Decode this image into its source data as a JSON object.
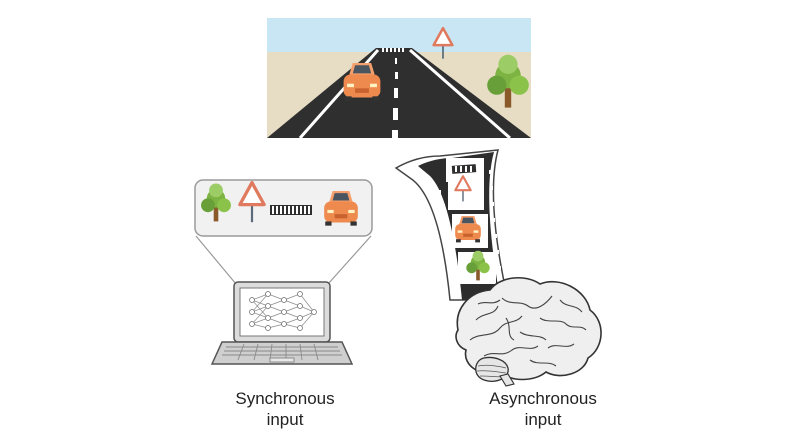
{
  "captions": {
    "synchronous": {
      "line1": "Synchronous",
      "line2": "input"
    },
    "asynchronous": {
      "line1": "Asynchronous",
      "line2": "input"
    }
  },
  "colors": {
    "sky": "#c9e6f4",
    "sand": "#e7dcc4",
    "road": "#2f2f2f",
    "car": "#ee8a4e",
    "tree_foliage": "#7cb342",
    "trunk": "#8a5a2b",
    "sign_border": "#e07a5f",
    "laptop_body": "#dcdcdc",
    "brain": "#efefef"
  },
  "icons": [
    "tree-icon",
    "road-sign-icon",
    "crosswalk-icon",
    "car-icon",
    "laptop-icon",
    "neural-network-icon",
    "film-strip-icon",
    "brain-icon"
  ]
}
